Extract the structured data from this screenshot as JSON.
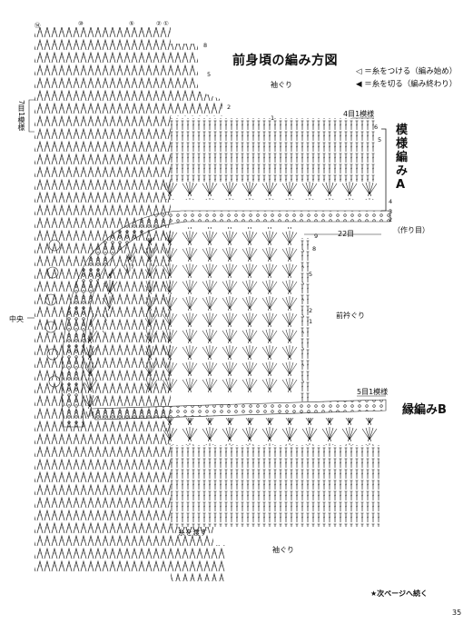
{
  "title": "前身頃の編み方図",
  "legend": {
    "attach": "◁ ＝糸をつける（編み始め）",
    "cut": "◀ ＝糸を切る（編み終わり）"
  },
  "labels": {
    "armhole_top": "袖ぐり",
    "armhole_bottom": "袖ぐり",
    "neckline": "前衿ぐり",
    "center": "中央",
    "pattern_a": "模様編みA",
    "pattern_a_repeat": "4目1模様",
    "edging_b": "縁編みB",
    "edging_b_repeat": "5目1模様",
    "side_repeat": "7目1模様",
    "foundation": "（作り目）",
    "foundation_count": "22目",
    "carry_yarn": "糸を渡す",
    "continued": "★次ページへ続く",
    "page_number": "35"
  },
  "row_numbers": {
    "top": [
      "⑭",
      "⑩",
      "⑤",
      "②",
      "①"
    ],
    "upper_right": [
      "8",
      "5",
      "2",
      "1",
      "6",
      "5",
      "4",
      "3",
      "2"
    ],
    "middle_right": [
      "9",
      "8",
      "5",
      "2",
      "1"
    ]
  }
}
